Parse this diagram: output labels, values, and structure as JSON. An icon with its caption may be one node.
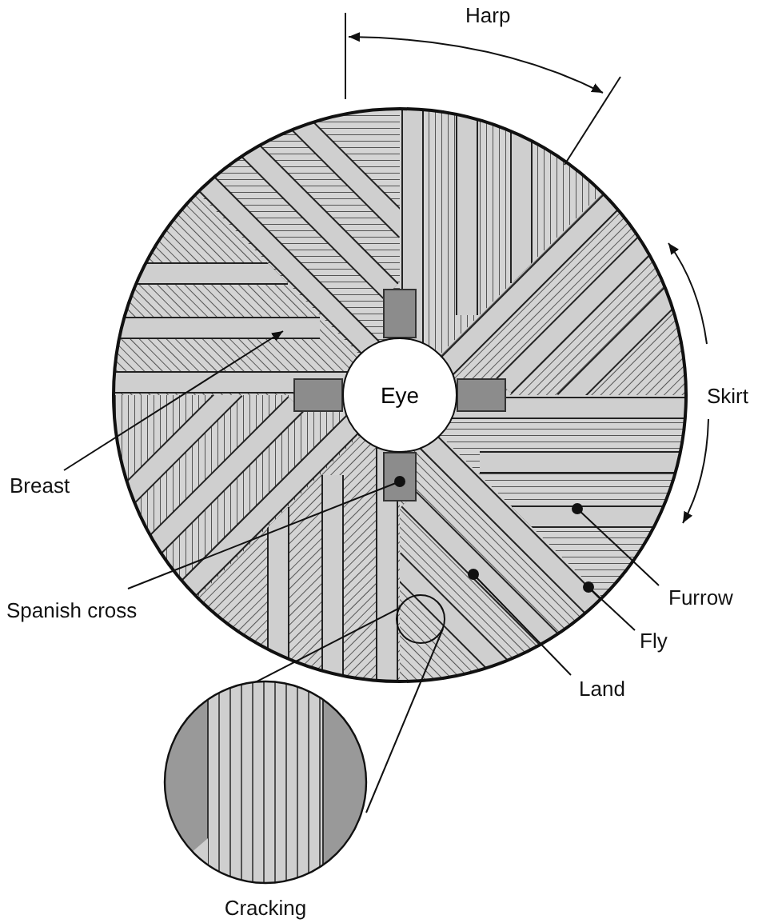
{
  "diagram": {
    "nodes": [
      {
        "text": [
          "Eye"
        ]
      },
      {
        "text": [
          "Breast"
        ]
      },
      {
        "text": [
          "Spanish cross"
        ]
      },
      {
        "text": [
          "Furrow"
        ]
      },
      {
        "text": [
          "Fly"
        ]
      },
      {
        "text": [
          "Land"
        ]
      },
      {
        "text": [
          "Cracking"
        ]
      },
      {
        "text": [],
        "shape": "circle"
      }
    ],
    "edges": [
      {
        "from": 1,
        "to": null,
        "arrow": "to"
      },
      {
        "from": 2,
        "to": null,
        "arrow": "other"
      },
      {
        "from": 3,
        "to": null,
        "arrow": "other"
      },
      {
        "from": 4,
        "to": null,
        "arrow": "other"
      },
      {
        "from": 5,
        "to": null,
        "arrow": "other"
      },
      {
        "from": 7,
        "to": 6,
        "arrow": "none"
      },
      {
        "from": 7,
        "to": 6,
        "arrow": "none"
      }
    ],
    "labels": [
      "Harp",
      "Skirt"
    ]
  }
}
